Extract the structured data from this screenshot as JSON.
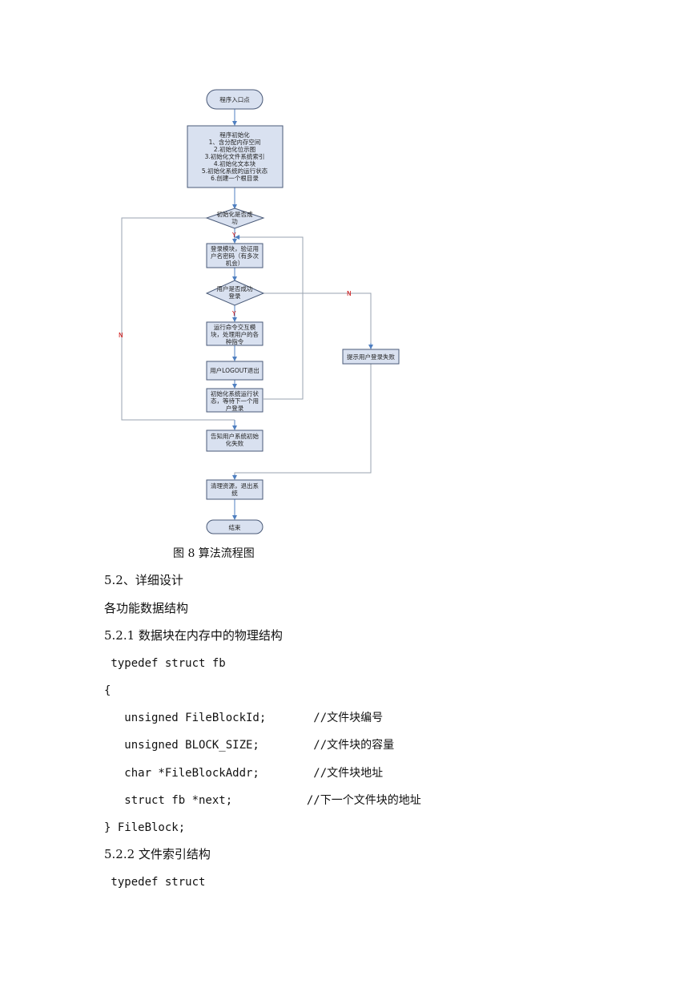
{
  "flowchart": {
    "start": "程序入口点",
    "init_lines": [
      "程序初始化",
      "1、含分配内存空间",
      "2.初始化位示图",
      "3.初始化文件系统索引",
      "4.初始化文本块",
      "5.初始化系统的运行状态",
      "6.创建一个根目录"
    ],
    "decision_init": [
      "初始化是否成",
      "功"
    ],
    "login": [
      "登录模块，验证用",
      "户名密码（有多次",
      "机会）"
    ],
    "decision_login": [
      "用户是否成功",
      "登录"
    ],
    "interact": [
      "运行命令交互模",
      "块，处理用户的各",
      "种指令"
    ],
    "logout": "用户LOGOUT退出",
    "reinit": [
      "初始化系统运行状",
      "态，等待下一个用",
      "户登录"
    ],
    "init_fail": [
      "告知用户系统初始",
      "化失败"
    ],
    "login_fail": "提示用户登录失败",
    "cleanup": [
      "清理资源，退出系",
      "统"
    ],
    "end": "结束",
    "label_y1": "Y",
    "label_y2": "Y",
    "label_n1": "N",
    "label_n2": "N"
  },
  "caption": "图 8 算法流程图",
  "text": {
    "h_521": "5.2、详细设计",
    "data_struct": "各功能数据结构",
    "h_5211": "5.2.1 数据块在内存中的物理结构",
    "code1": " typedef struct fb",
    "code2": "{",
    "code3": "   unsigned FileBlockId;       //文件块编号",
    "code4": "   unsigned BLOCK_SIZE;        //文件块的容量",
    "code5": "   char *FileBlockAddr;        //文件块地址",
    "code6": "   struct fb *next;           //下一个文件块的地址",
    "code7": "} FileBlock;",
    "h_5222": "5.2.2 文件索引结构",
    "code8": " typedef struct"
  },
  "colors": {
    "box_fill": "#d9e1f0",
    "box_stroke": "#4a5a78",
    "arrow": "#4f7fc0",
    "connector": "#9aa3b0",
    "label": "#cc0000"
  }
}
